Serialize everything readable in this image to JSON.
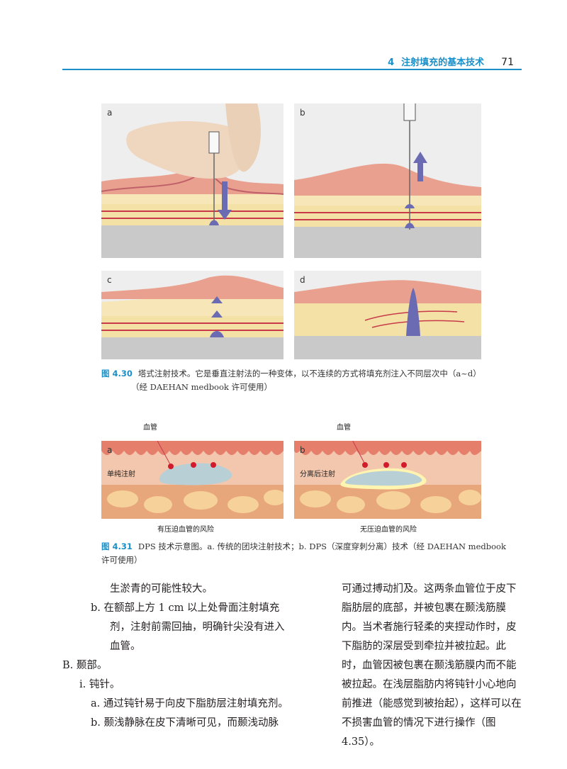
{
  "header": {
    "chapter": "4",
    "title": "注射填充的基本技术",
    "page_number": "71"
  },
  "figure_430": {
    "panels": [
      "a",
      "b",
      "c",
      "d"
    ],
    "caption_no": "图 4.30",
    "caption_line1": "塔式注射技术。它是垂直注射法的一种变体，以不连续的方式将填充剂注入不同层次中（a~d）",
    "caption_line2": "（经 DAEHAN medbook 许可使用）"
  },
  "figure_431": {
    "panels": [
      "a",
      "b"
    ],
    "vessel_label": "血管",
    "panel_a_injection_label": "单纯注射",
    "panel_b_injection_label": "分离后注射",
    "panel_a_bottom_label": "有压迫血管的风险",
    "panel_b_bottom_label": "无压迫血管的风险",
    "caption_no": "图 4.31",
    "caption_line1": "DPS 技术示意图。a. 传统的团块注射技术；b. DPS（深度穿刺分离）技术（经 DAEHAN medbook",
    "caption_line2": "许可使用）"
  },
  "left_column": [
    "生淤青的可能性较大。",
    "b. 在额部上方 1 cm 以上处骨面注射填充",
    "剂，注射前需回抽，明确针尖没有进入",
    "血管。",
    "B. 颞部。",
    "i. 钝针。",
    "a. 通过钝针易于向皮下脂肪层注射填充剂。",
    "b. 颞浅静脉在皮下清晰可见，而颞浅动脉"
  ],
  "right_column": [
    "可通过搏动扪及。这两条血管位于皮下",
    "脂肪层的底部，并被包裹在颞浅筋膜",
    "内。当术者施行轻柔的夹捏动作时，皮",
    "下脂肪的深层受到牵拉并被拉起。此",
    "时，血管因被包裹在颞浅筋膜内而不能",
    "被拉起。在浅层脂肪内将钝针小心地向",
    "前推进（能感觉到被抬起），这样可以在",
    "不损害血管的情况下进行操作（图 4.35）。"
  ]
}
